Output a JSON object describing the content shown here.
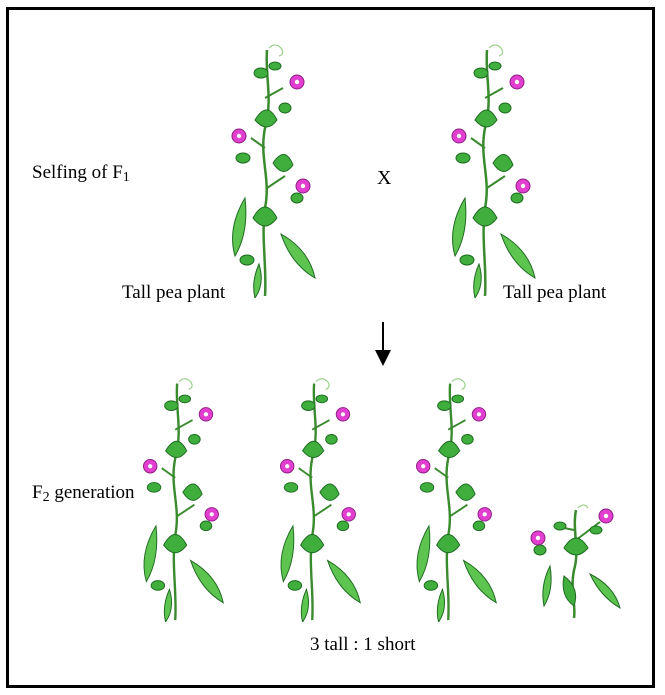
{
  "diagram": {
    "selfing_label": {
      "text": "Selfing of F",
      "subscript": "1"
    },
    "cross_symbol": "X",
    "parent_left_label": "Tall pea plant",
    "parent_right_label": "Tall pea plant",
    "f2_label": {
      "text": "F",
      "subscript": "2",
      "suffix": " generation"
    },
    "ratio_label": "3 tall : 1 short"
  },
  "colors": {
    "leaf": "#3fae3c",
    "leaf_dark": "#1f6b22",
    "flower": "#e23fd0",
    "flower_center": "#ffffff",
    "stem": "#3a8a2e"
  }
}
